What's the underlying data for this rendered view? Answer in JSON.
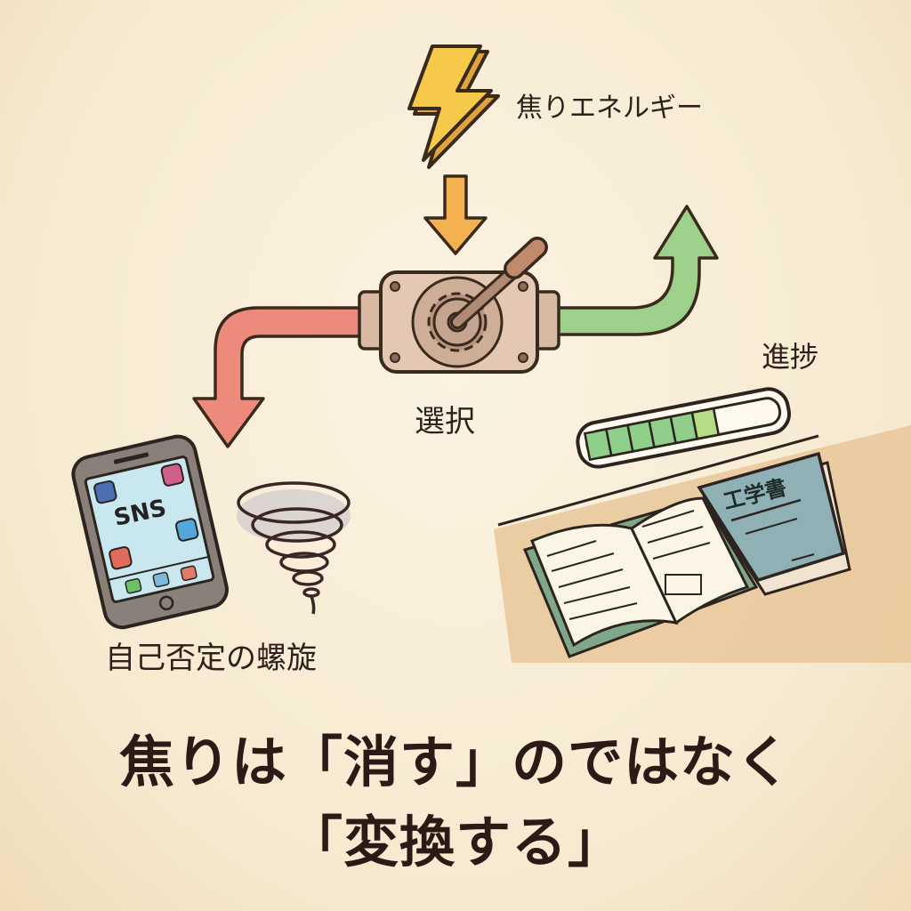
{
  "labels": {
    "energy": "焦りエネルギー",
    "choice": "選択",
    "progress": "進捗",
    "spiral": "自己否定の螺旋",
    "phone_screen": "SNS",
    "book_cover": "工学書"
  },
  "title": {
    "line1": "焦りは「消す」のではなく",
    "line2": "「変換する」"
  },
  "progress_bar": {
    "filled_segments": 6,
    "fraction": 0.67
  },
  "colors": {
    "negative_path": "#ec8a7c",
    "positive_path": "#9dd08a",
    "energy_bolt": "#f6c94a",
    "input_arrow": "#f3b14f",
    "background": "#f8eed9"
  }
}
